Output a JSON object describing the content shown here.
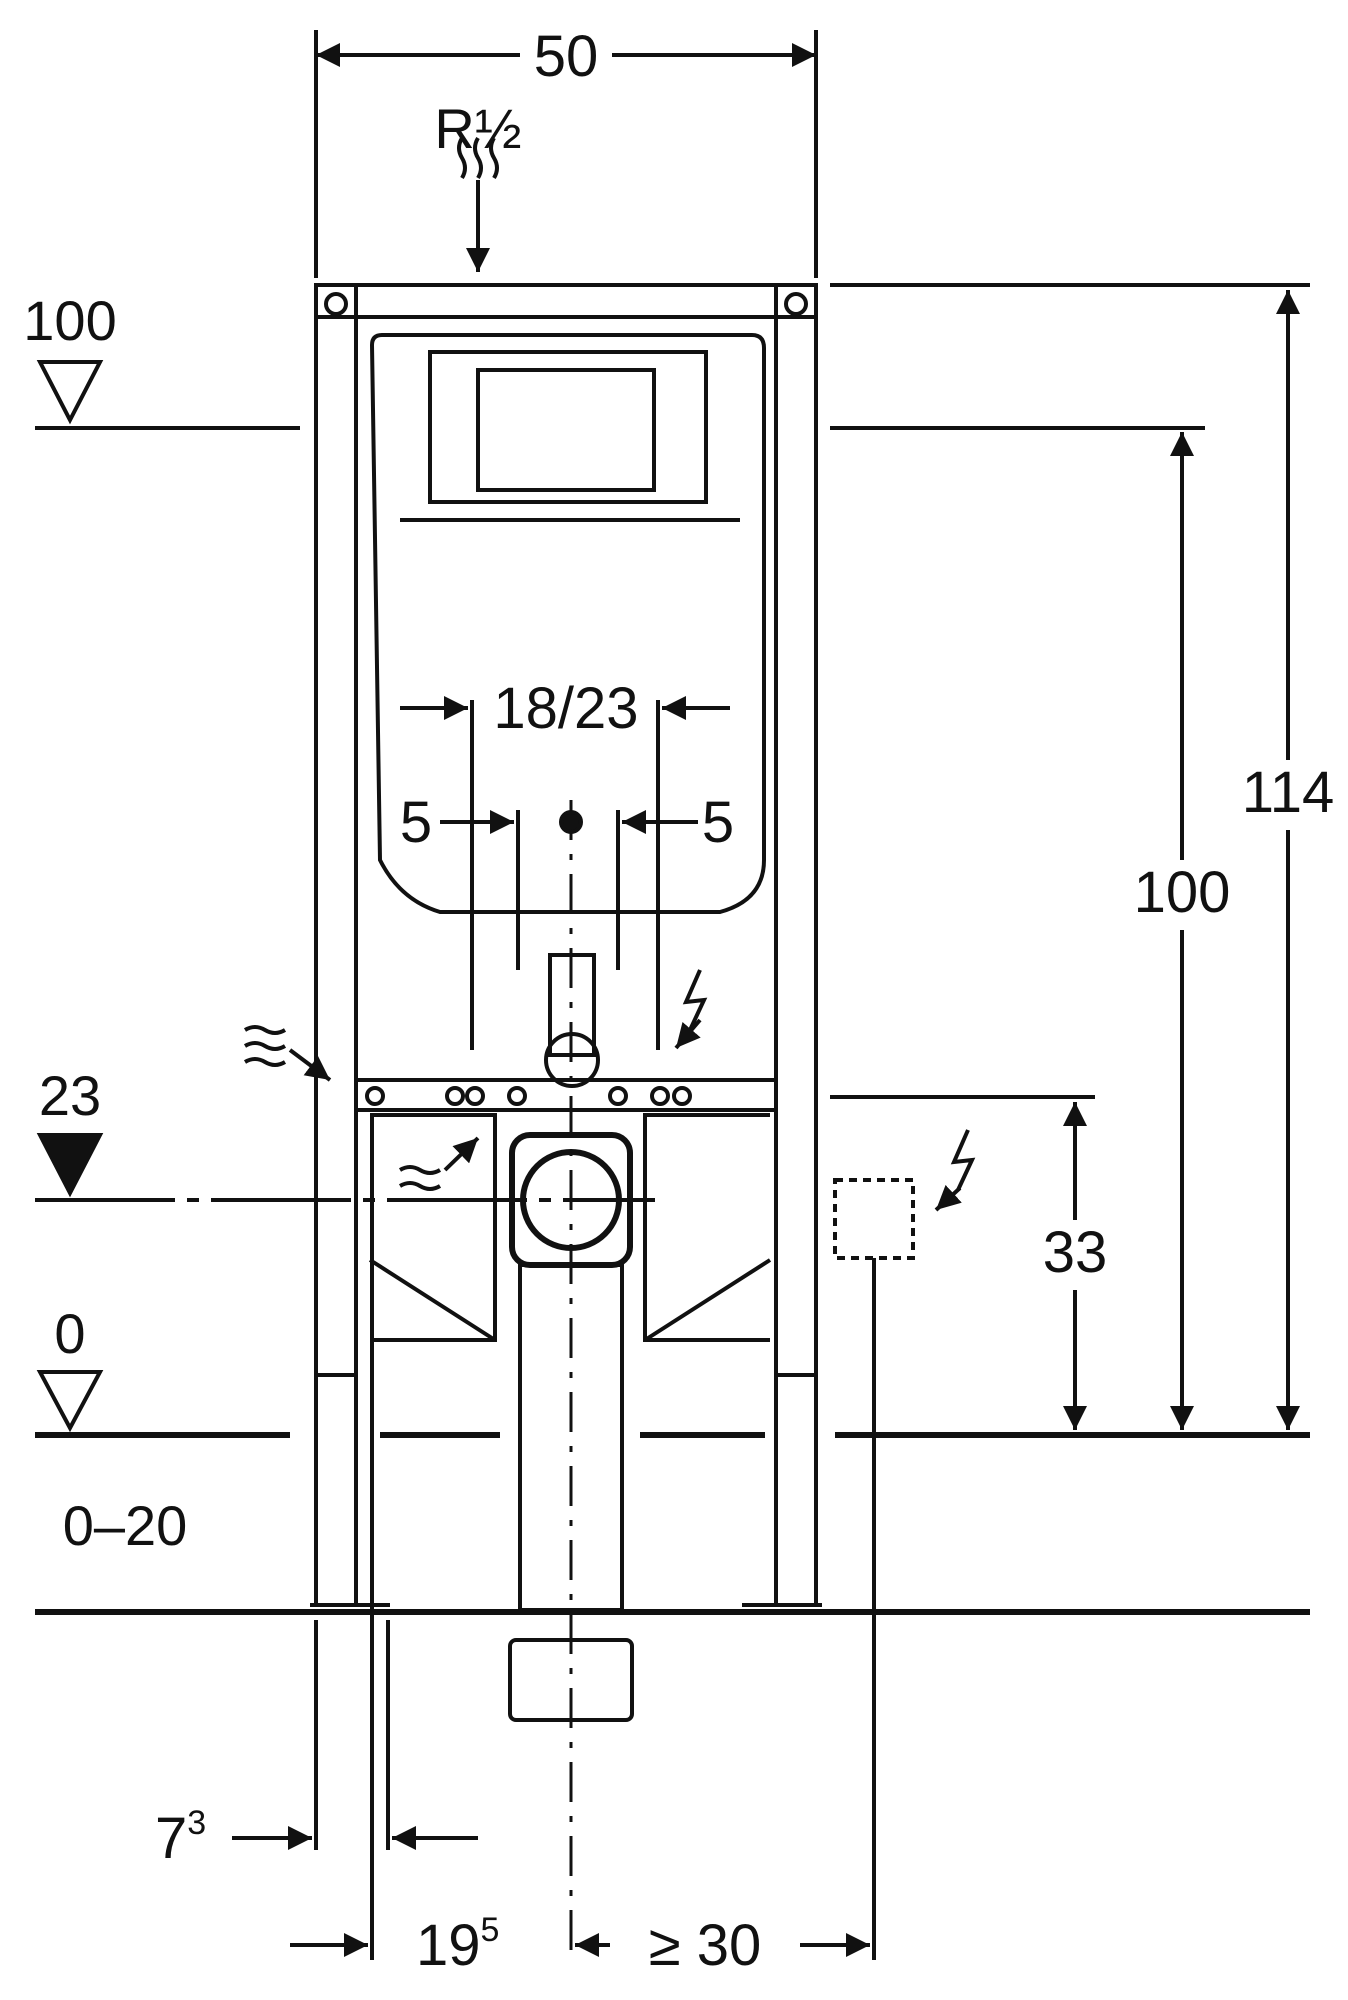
{
  "diagram": {
    "dimensions": {
      "frame_width": "50",
      "supply_connection": "R½",
      "flush_plate_spacing": "18/23",
      "offset_left": "5",
      "offset_right": "5",
      "total_height": "114",
      "flush_height": "100",
      "outlet_height": "33",
      "left_offset_base": "7",
      "left_offset_exp": "3",
      "pipe_offset_base": "19",
      "pipe_offset_exp": "5",
      "min_clearance": "≥ 30"
    },
    "levels": {
      "top_level": "100",
      "drain_level": "23",
      "floor_level": "0",
      "floor_range": "0–20"
    },
    "icons": [
      "water-supply-icon",
      "electric-connection-icon",
      "level-marker-icon"
    ],
    "colors": {
      "line": "#111111",
      "background": "#ffffff"
    }
  }
}
